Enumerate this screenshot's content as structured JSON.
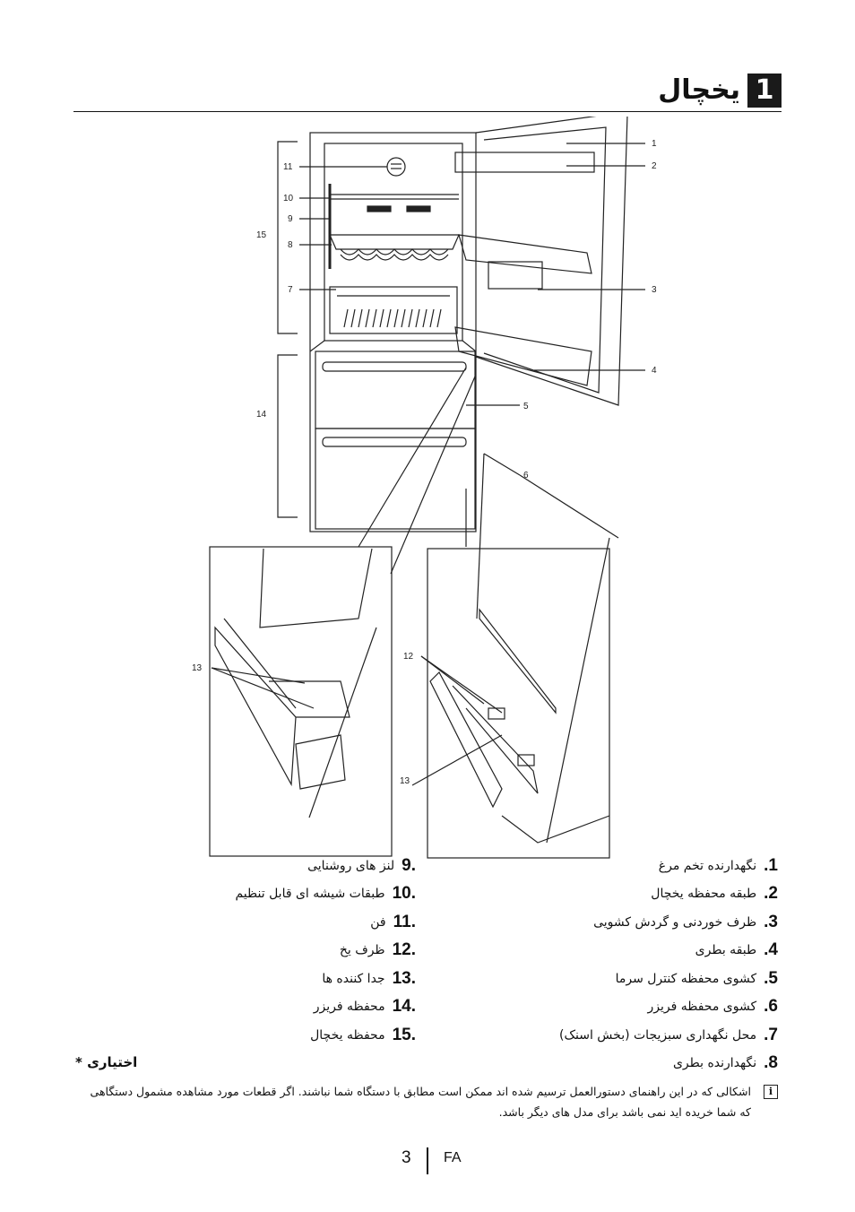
{
  "header": {
    "section_number": "1",
    "section_title": "یخچال"
  },
  "diagram": {
    "callouts": [
      "1",
      "2",
      "3",
      "4",
      "5",
      "6",
      "7",
      "8",
      "9",
      "10",
      "11",
      "12",
      "13",
      "14",
      "15"
    ]
  },
  "legend": {
    "items": [
      {
        "num": ".1",
        "label": "نگهدارنده تخم مرغ"
      },
      {
        "num": ".2",
        "label": "طبقه محفظه یخچال"
      },
      {
        "num": ".3",
        "label": "ظرف خوردنی و گردش کشویی"
      },
      {
        "num": ".4",
        "label": "طبقه بطری"
      },
      {
        "num": ".5",
        "label": "کشوی محفظه کنترل سرما"
      },
      {
        "num": ".6",
        "label": "کشوی محفظه فریزر"
      },
      {
        "num": ".7",
        "label": "محل نگهداری سبزیجات (بخش اسنک)"
      },
      {
        "num": ".8",
        "label": "نگهدارنده بطری"
      },
      {
        "num": "9.",
        "label": "لنز های روشنایی"
      },
      {
        "num": "10.",
        "label": "طبقات شیشه ای قابل تنظیم"
      },
      {
        "num": "11.",
        "label": "فن"
      },
      {
        "num": "12.",
        "label": "ظرف یخ"
      },
      {
        "num": "13.",
        "label": "جدا کننده ها"
      },
      {
        "num": "14.",
        "label": "محفظه فریزر"
      },
      {
        "num": "15.",
        "label": "محفظه یخچال"
      }
    ]
  },
  "optional_label": "اختیاری *",
  "note": "اشکالی که در این راهنمای دستورالعمل ترسیم شده اند ممکن است مطابق با دستگاه شما نباشند. اگر قطعات مورد مشاهده مشمول دستگاهی که شما خریده اید نمی باشد برای مدل های دیگر باشد.",
  "footer": {
    "page_number": "3",
    "language_code": "FA"
  }
}
